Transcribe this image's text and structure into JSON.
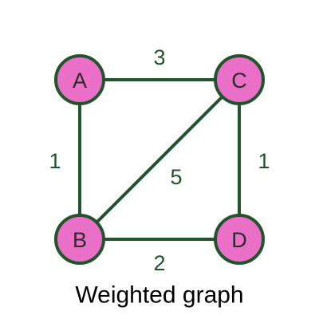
{
  "caption": "Weighted graph",
  "colors": {
    "node_fill": "#e96fc7",
    "stroke": "#22542c",
    "weight_text": "#22542c",
    "node_text": "#2b2b2b",
    "caption_text": "#000000"
  },
  "nodes": [
    {
      "id": "A",
      "label": "A"
    },
    {
      "id": "B",
      "label": "B"
    },
    {
      "id": "C",
      "label": "C"
    },
    {
      "id": "D",
      "label": "D"
    }
  ],
  "edges": [
    {
      "from": "A",
      "to": "C",
      "weight": "3"
    },
    {
      "from": "A",
      "to": "B",
      "weight": "1"
    },
    {
      "from": "B",
      "to": "C",
      "weight": "5"
    },
    {
      "from": "C",
      "to": "D",
      "weight": "1"
    },
    {
      "from": "B",
      "to": "D",
      "weight": "2"
    }
  ]
}
